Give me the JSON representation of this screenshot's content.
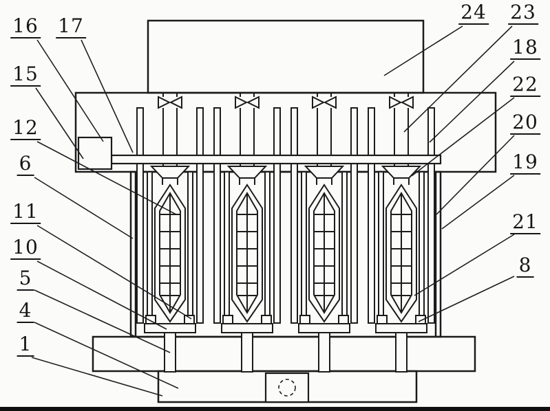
{
  "figure": {
    "colors": {
      "background": "#fbfbfa",
      "line": "#1b1b1b",
      "bottom_strip": "#101010"
    }
  },
  "labels": [
    {
      "text": "16"
    },
    {
      "text": "17"
    },
    {
      "text": "15"
    },
    {
      "text": "12"
    },
    {
      "text": "6"
    },
    {
      "text": "11"
    },
    {
      "text": "10"
    },
    {
      "text": "5"
    },
    {
      "text": "4"
    },
    {
      "text": "1"
    },
    {
      "text": "24"
    },
    {
      "text": "23"
    },
    {
      "text": "18"
    },
    {
      "text": "22"
    },
    {
      "text": "20"
    },
    {
      "text": "19"
    },
    {
      "text": "21"
    },
    {
      "text": "8"
    }
  ]
}
